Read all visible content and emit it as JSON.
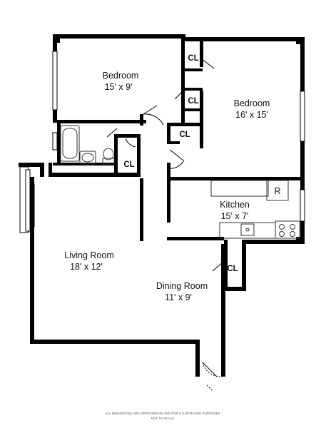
{
  "plan": {
    "wall_color": "#000000",
    "fixture_color": "#555555",
    "rooms": [
      {
        "name": "Bedroom",
        "dims": "15' x 9'"
      },
      {
        "name": "Bedroom",
        "dims": "16' x 15'"
      },
      {
        "name": "Kitchen",
        "dims": "15' x 7'"
      },
      {
        "name": "Living Room",
        "dims": "18' x 12'"
      },
      {
        "name": "Dining Room",
        "dims": "11' x 9'"
      }
    ],
    "closets": [
      "CL",
      "CL",
      "CL",
      "CL",
      "CL"
    ],
    "refrigerator_label": "R",
    "footer_line1": "ALL DIMENSIONS ARE APPROXIMATE AND FOR ILLUSTRATIVE PURPOSES",
    "footer_line2": "NOT TO SCALE"
  }
}
